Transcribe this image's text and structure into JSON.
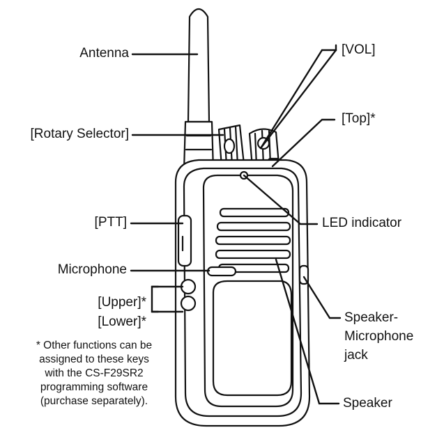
{
  "labels": {
    "antenna": "Antenna",
    "vol": "[VOL]",
    "top": "[Top]*",
    "rotary_selector": "[Rotary Selector]",
    "led_indicator": "LED indicator",
    "ptt": "[PTT]",
    "microphone": "Microphone",
    "upper": "[Upper]*",
    "lower": "[Lower]*",
    "speaker_mic_jack_line1": "Speaker-",
    "speaker_mic_jack_line2": "Microphone",
    "speaker_mic_jack_line3": "jack",
    "speaker": "Speaker"
  },
  "footnote": {
    "line1": "* Other functions can be",
    "line2": "assigned to these keys",
    "line3": "with the CS-F29SR2",
    "line4": "programming software",
    "line5": "(purchase separately)."
  },
  "colors": {
    "line": "#111111",
    "body": "#ffffff"
  }
}
